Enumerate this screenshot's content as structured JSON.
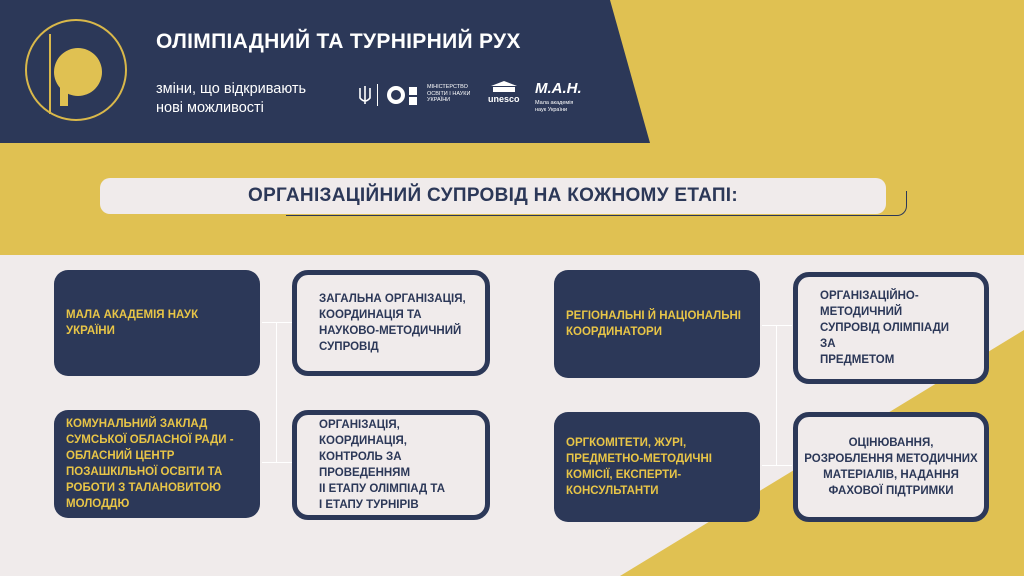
{
  "header": {
    "title": "ОЛІМПІАДНИЙ  ТА ТУРНІРНИЙ РУХ",
    "subtitle_line1": "зміни, що відкривають",
    "subtitle_line2": "нові можливості",
    "logo_letter": "P",
    "partners": {
      "ministry": "МІНІСТЕРСТВО ОСВІТИ І НАУКИ УКРАЇНИ",
      "unesco": "unesco",
      "man": "М.А.Н.",
      "man_sub": "Мала академія наук України"
    }
  },
  "banner": {
    "text": "ОРГАНІЗАЦІЙНИЙ СУПРОВІД НА КОЖНОМУ ЕТАПІ:"
  },
  "left": {
    "org1": "МАЛА АКАДЕМІЯ НАУК УКРАЇНИ",
    "role1": "ЗАГАЛЬНА ОРГАНІЗАЦІЯ, КООРДИНАЦІЯ ТА НАУКОВО-МЕТОДИЧНИЙ СУПРОВІД",
    "org2": "КОМУНАЛЬНИЙ ЗАКЛАД СУМСЬКОЇ ОБЛАСНОЇ РАДИ - ОБЛАСНИЙ ЦЕНТР ПОЗАШКІЛЬНОЇ ОСВІТИ ТА РОБОТИ З ТАЛАНОВИТОЮ МОЛОДДЮ",
    "role2_l1": "ОРГАНІЗАЦІЯ, КООРДИНАЦІЯ,",
    "role2_l2": "КОНТРОЛЬ ЗА ПРОВЕДЕННЯМ",
    "role2_l3": "ІІ  ЕТАПУ ОЛІМПІАД ТА",
    "role2_l4": "І ЕТАПУ  ТУРНІРІВ"
  },
  "right": {
    "org1": "РЕГІОНАЛЬНІ Й НАЦІОНАЛЬНІ КООРДИНАТОРИ",
    "role1_l1": "ОРГАНІЗАЦІЙНО-",
    "role1_l2": "МЕТОДИЧНИЙ",
    "role1_l3": "СУПРОВІД ОЛІМПІАДИ ЗА",
    "role1_l4": "ПРЕДМЕТОМ",
    "org2": "ОРГКОМІТЕТИ, ЖУРІ, ПРЕДМЕТНО-МЕТОДИЧНІ КОМІСІЇ, ЕКСПЕРТИ-КОНСУЛЬТАНТИ",
    "role2": "ОЦІНЮВАННЯ, РОЗРОБЛЕННЯ МЕТОДИЧНИХ МАТЕРІАЛІВ, НАДАННЯ ФАХОВОЇ ПІДТРИМКИ"
  },
  "colors": {
    "navy": "#2c3858",
    "gold": "#e0c152",
    "light": "#f0ebeb",
    "accent_text": "#e8c547"
  }
}
